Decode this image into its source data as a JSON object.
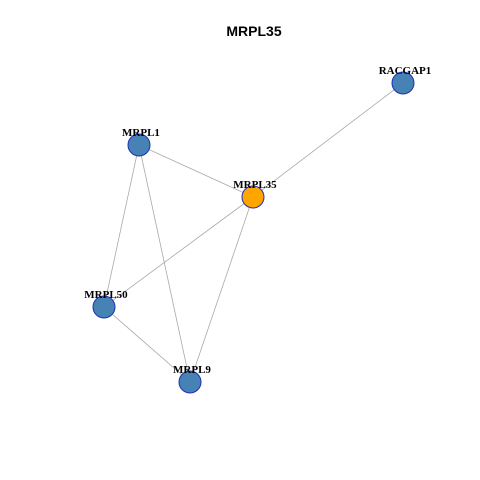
{
  "title": "MRPL35",
  "colors": {
    "focus_node": "#ffa500",
    "neighbor_node": "#4682b4",
    "node_border": "#1f2fb5",
    "edge": "#a9a9a9"
  },
  "nodes": [
    {
      "id": "RACGAP1",
      "label": "RACGAP1",
      "role": "neighbor"
    },
    {
      "id": "MRPL1",
      "label": "MRPL1",
      "role": "neighbor"
    },
    {
      "id": "MRPL35",
      "label": "MRPL35",
      "role": "focus"
    },
    {
      "id": "MRPL50",
      "label": "MRPL50",
      "role": "neighbor"
    },
    {
      "id": "MRPL9",
      "label": "MRPL9",
      "role": "neighbor"
    }
  ],
  "edges": [
    {
      "source": "MRPL35",
      "target": "RACGAP1"
    },
    {
      "source": "MRPL35",
      "target": "MRPL1"
    },
    {
      "source": "MRPL35",
      "target": "MRPL50"
    },
    {
      "source": "MRPL35",
      "target": "MRPL9"
    },
    {
      "source": "MRPL1",
      "target": "MRPL50"
    },
    {
      "source": "MRPL1",
      "target": "MRPL9"
    },
    {
      "source": "MRPL50",
      "target": "MRPL9"
    }
  ]
}
